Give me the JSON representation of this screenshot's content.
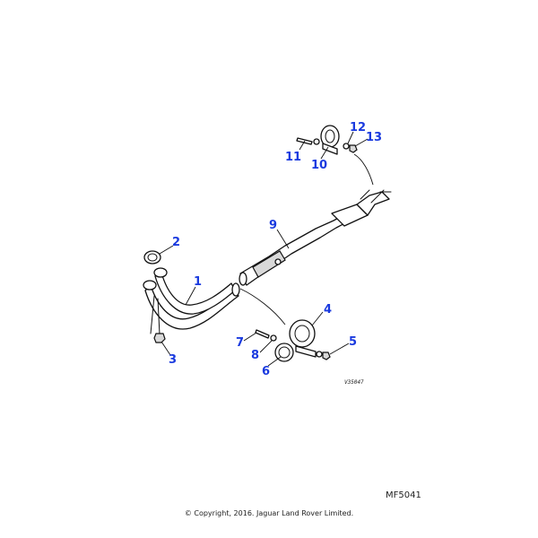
{
  "colors": {
    "callout": "#1a3adf",
    "line": "#111111",
    "shade": "#d9d9d9"
  },
  "callouts": [
    {
      "id": "1",
      "label": "1"
    },
    {
      "id": "2",
      "label": "2"
    },
    {
      "id": "3",
      "label": "3"
    },
    {
      "id": "4",
      "label": "4"
    },
    {
      "id": "5",
      "label": "5"
    },
    {
      "id": "6",
      "label": "6"
    },
    {
      "id": "7",
      "label": "7"
    },
    {
      "id": "8",
      "label": "8"
    },
    {
      "id": "9",
      "label": "9"
    },
    {
      "id": "10",
      "label": "10"
    },
    {
      "id": "11",
      "label": "11"
    },
    {
      "id": "12",
      "label": "12"
    },
    {
      "id": "13",
      "label": "13"
    }
  ],
  "drawing_ref": "V35047",
  "figure_code": "MF5041",
  "copyright": "© Copyright, 2016. Jaguar Land Rover Limited."
}
